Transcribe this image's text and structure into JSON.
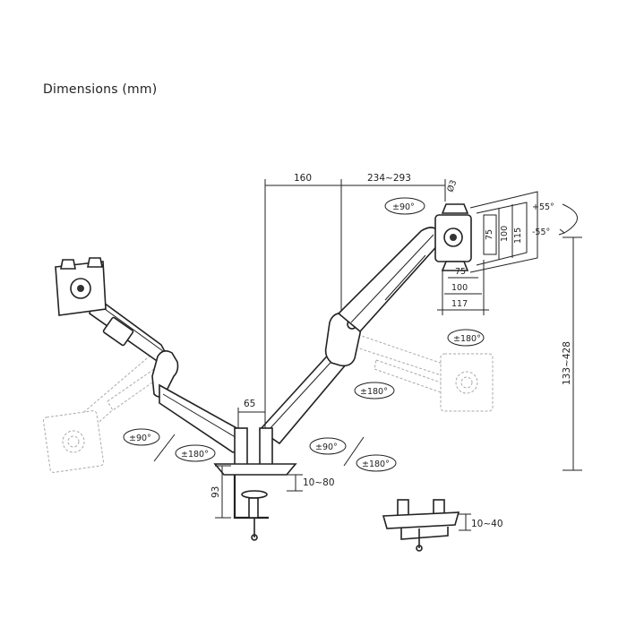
{
  "title": "Dimensions (mm)",
  "labels": {
    "dim_160": "160",
    "dim_234_293": "234~293",
    "dim_phi3": "Ø3",
    "vesa_75_v": "75",
    "vesa_100_v": "100",
    "vesa_115_v": "115",
    "vesa_75_h": "75",
    "vesa_100_h": "100",
    "vesa_117_h": "117",
    "tilt_up": "+55°",
    "tilt_down": "-55°",
    "rot_90_top": "±90°",
    "rot_180_right": "±180°",
    "rot_180_mid": "±180°",
    "height_range": "133~428",
    "dim_65": "65",
    "rot_90_left": "±90°",
    "rot_180_left": "±180°",
    "rot_90_center": "±90°",
    "rot_180_center": "±180°",
    "clamp_10_80": "10~80",
    "clamp_93": "93",
    "grommet_10_40": "10~40"
  }
}
